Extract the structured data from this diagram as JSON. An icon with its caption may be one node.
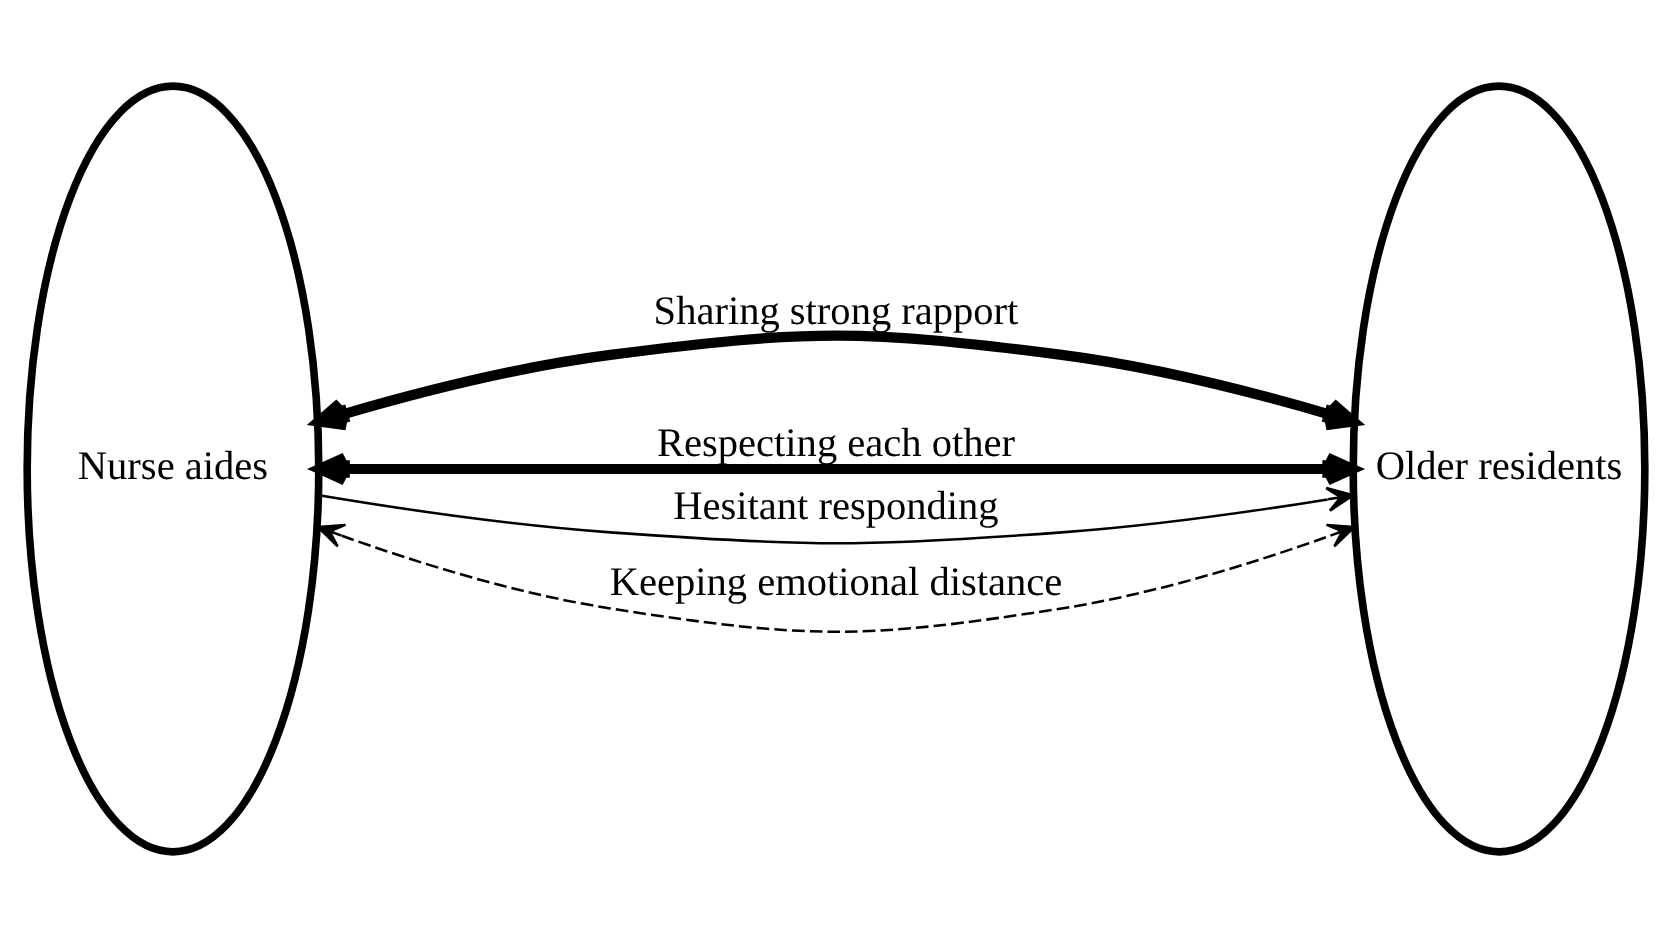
{
  "diagram": {
    "nodes": [
      {
        "text": [
          "Nurse aides"
        ]
      },
      {
        "text": [
          "Older residents"
        ]
      }
    ],
    "edges": [
      {
        "from": 0,
        "to": 1,
        "arrow": "both",
        "label": "Sharing strong rapport",
        "style": "thick"
      },
      {
        "from": 0,
        "to": 1,
        "arrow": "both",
        "label": "Respecting each other",
        "style": "thick"
      },
      {
        "from": 0,
        "to": 1,
        "arrow": "to",
        "label": "Hesitant responding"
      },
      {
        "from": 0,
        "to": 1,
        "arrow": "both",
        "label": "Keeping emotional distance",
        "style": "dashed"
      }
    ]
  }
}
